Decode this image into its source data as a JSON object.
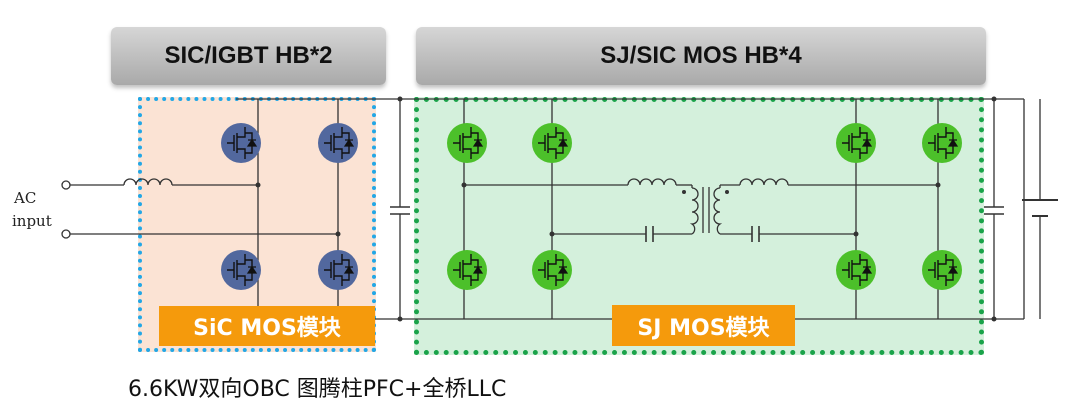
{
  "header_left": "SIC/IGBT HB*2",
  "header_right": "SJ/SIC MOS HB*4",
  "label_left": "SiC MOS模块",
  "label_right": "SJ MOS模块",
  "ac_input": {
    "line1": "AC",
    "line2": "input"
  },
  "caption": "6.6KW双向OBC 图腾柱PFC+全桥LLC",
  "colors": {
    "header_gradient": [
      "#d6d6d6",
      "#a9a9a9"
    ],
    "sic_zone_fill": "#fbe3d4",
    "sic_zone_border": "#22a7e6",
    "sj_zone_fill": "#d4f0dc",
    "sj_zone_border": "#1aa34a",
    "label_fill": "#f59a0c",
    "sic_switch": "#52689e",
    "sj_switch": "#4cc02a"
  }
}
